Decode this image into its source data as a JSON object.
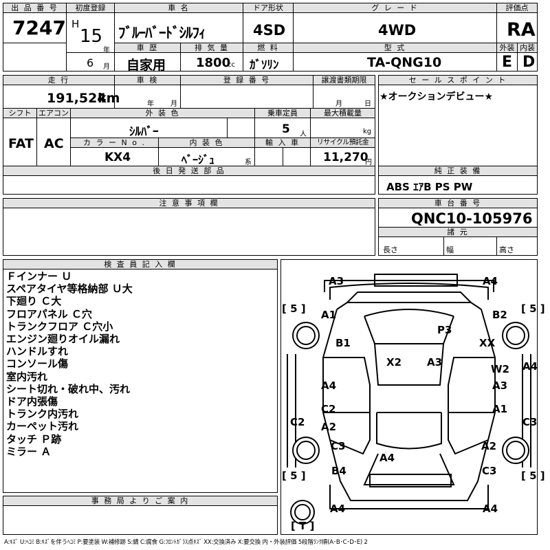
{
  "lot": {
    "label": "出 品 番 号",
    "value": "7247"
  },
  "first_reg": {
    "label": "初度登録",
    "era": "H",
    "year": "15",
    "year_unit": "年",
    "month": "6",
    "month_unit": "月"
  },
  "car_name": {
    "label": "車 名",
    "value": "ﾌﾞﾙｰﾊﾞｰﾄﾞｼﾙﾌｨ"
  },
  "door": {
    "label": "ドア形状",
    "value": "4SD"
  },
  "grade": {
    "label": "グ レ ー ド",
    "value": "4WD"
  },
  "score": {
    "label": "評価点",
    "value": "RA"
  },
  "history": {
    "label": "車 歴",
    "value": "自家用"
  },
  "displacement": {
    "label": "排 気 量",
    "value": "1800",
    "unit": "cc"
  },
  "fuel": {
    "label": "燃 料",
    "value": "ｶﾞｿﾘﾝ"
  },
  "model": {
    "label": "型 式",
    "value": "TA-QNG10"
  },
  "exterior_grade": {
    "label": "外装",
    "value": "E"
  },
  "interior_grade": {
    "label": "内装",
    "value": "D"
  },
  "mileage": {
    "label": "走 行",
    "value": "191,524",
    "unit": "km"
  },
  "inspection": {
    "label": "車 検",
    "year_unit": "年",
    "month_unit": "月"
  },
  "registration": {
    "label": "登 録 番 号"
  },
  "transfer": {
    "label": "譲渡書類期限",
    "month_unit": "月",
    "day_unit": "日"
  },
  "sales_point": {
    "label": "セ ー ル ス ポ イ ン ト",
    "value": "★オークションデビュー★"
  },
  "shift": {
    "label": "シフト",
    "value": "FAT"
  },
  "aircon": {
    "label": "エアコン",
    "value": "AC"
  },
  "ext_color": {
    "label": "外 装 色",
    "value": "ｼﾙﾊﾞｰ"
  },
  "capacity": {
    "label": "乗車定員",
    "value": "5",
    "unit": "人"
  },
  "max_load": {
    "label": "最大積載量",
    "unit": "kg"
  },
  "color_no": {
    "label": "カ ラ ー N o .",
    "value": "KX4"
  },
  "int_color": {
    "label": "内 装 色",
    "value": "ﾍﾞｰｼﾞｭ",
    "unit": "系"
  },
  "import": {
    "label": "輸 入 車"
  },
  "recycle": {
    "label": "リサイクル預託金",
    "value": "11,270",
    "unit": "円"
  },
  "later_parts": {
    "label": "後 日 発 送 部 品"
  },
  "equipment": {
    "label": "純 正 装 備",
    "value": "ABS ｴｱB PS PW"
  },
  "caution": {
    "label": "注 意 事 項 欄"
  },
  "chassis": {
    "label": "車 台 番 号",
    "value": "QNC10-105976"
  },
  "specs": {
    "label": "諸 元",
    "length": "長さ",
    "width": "幅",
    "height": "高さ"
  },
  "inspector": {
    "label": "検 査 員 記 入 欄",
    "notes": [
      "Ｆインナー Ｕ",
      "スペアタイヤ等格納部 Ｕ大",
      "下廻り Ｃ大",
      "フロアパネル Ｃ穴",
      "トランクフロア Ｃ穴小",
      "エンジン廻りオイル漏れ",
      "ハンドルすれ",
      "コンソール傷",
      "室内汚れ",
      "シート切れ・破れ中、汚れ",
      "ドア内張傷",
      "トランク内汚れ",
      "カーペット汚れ",
      "タッチ Ｐ跡",
      "ミラー Ａ"
    ]
  },
  "office": {
    "label": "事 務 局 よ り ご 案 内"
  },
  "diagram": {
    "tire_marks": [
      "[ 5 ]",
      "[ 5 ]",
      "[ 5 ]",
      "[ 5 ]",
      "[ T ]"
    ],
    "marks": {
      "front_left": "A3",
      "front_right": "A4",
      "fender_fl": "A1",
      "fender_fr": "B2",
      "pillar_l": "B1",
      "hood": "P3",
      "pillar_r": "XX",
      "roof_l": "X2",
      "roof_r": "A3",
      "door_fl": "A4",
      "door_fr_1": "W2",
      "door_fr_2": "A3",
      "side_r": "A4",
      "door_rl_1": "C2",
      "door_rl_2": "A2",
      "door_rr": "A1",
      "side_l": "C2",
      "side_r2": "C3",
      "fender_rl": "C3",
      "fender_rr": "A2",
      "trunk": "A4",
      "rear_l": "B4",
      "rear_r": "C3",
      "bumper_l": "A4",
      "bumper_r": "A4"
    }
  },
  "legend": "A:ｷｽﾞ U:ﾍｺﾐ B:ｷｽﾞを伴うﾍｺﾐ P:要塗装 W:補修跡 S:錆 C:腐食 G:ﾌﾛﾝﾄｶﾞﾗｽ点ｷｽﾞ XX:交換済み X:要交換 内・外装評価 5段階ﾗﾝｸ順(A･B･C･D･E) 2"
}
